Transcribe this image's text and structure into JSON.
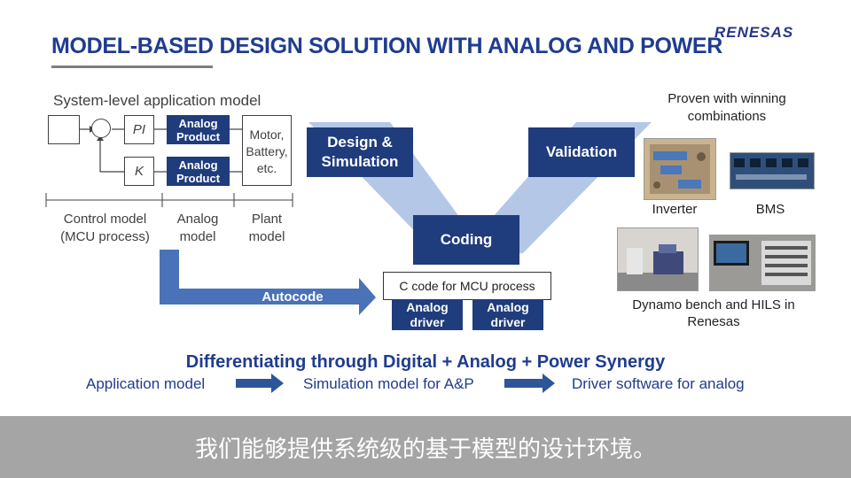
{
  "header": {
    "title": "MODEL-BASED DESIGN SOLUTION WITH ANALOG AND POWER",
    "logo": "RENESAS"
  },
  "system_model": {
    "title": "System-level application model",
    "pi_label": "PI",
    "k_label": "K",
    "analog_product_top": "Analog Product",
    "analog_product_bottom": "Analog Product",
    "plant_box": "Motor, Battery, etc.",
    "control_model": "Control model (MCU process)",
    "analog_model": "Analog model",
    "plant_model": "Plant model"
  },
  "v_flow": {
    "design": "Design & Simulation",
    "coding": "Coding",
    "validation": "Validation",
    "autocode": "Autocode"
  },
  "code_box": {
    "c_code": "C code for MCU process",
    "driver1": "Analog driver",
    "driver2": "Analog driver"
  },
  "proven": {
    "title": "Proven with winning combinations",
    "inverter": "Inverter",
    "bms": "BMS",
    "bench": "Dynamo bench and HILS in Renesas"
  },
  "tagline": "Differentiating through Digital + Analog + Power Synergy",
  "flow": {
    "step1": "Application model",
    "step2": "Simulation model for A&P",
    "step3": "Driver software for analog"
  },
  "subtitle": "我们能够提供系统级的基于模型的设计环境。",
  "colors": {
    "navy": "#1f3c7c",
    "title_blue": "#1f3c8f",
    "light_blue": "#b4c7e7",
    "arrow_blue": "#4a72b8"
  }
}
